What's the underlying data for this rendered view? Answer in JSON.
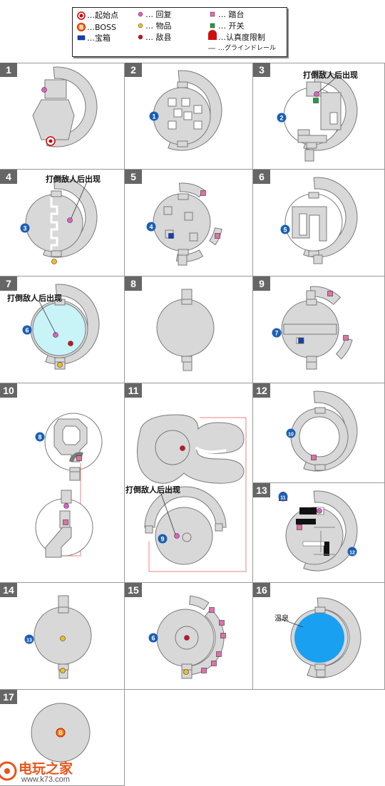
{
  "legend": {
    "start": "…起始点",
    "boss": "…BOSS",
    "chest": "…宝箱",
    "recover": "…  回复",
    "item": "…  物品",
    "enemy": "…  敌县",
    "platform": "…  踏台",
    "switch": "…  开关",
    "cert": "…认真度限制",
    "rail": "…グラインドレール",
    "boss_badge": "B"
  },
  "notes": {
    "after_defeat": "打倒敌人后出现",
    "hot_spring": "温泉"
  },
  "cells": [
    {
      "num": "1"
    },
    {
      "num": "2"
    },
    {
      "num": "3"
    },
    {
      "num": "4"
    },
    {
      "num": "5"
    },
    {
      "num": "6"
    },
    {
      "num": "7"
    },
    {
      "num": "8"
    },
    {
      "num": "9"
    },
    {
      "num": "10"
    },
    {
      "num": "11"
    },
    {
      "num": "12"
    },
    {
      "num": "13"
    },
    {
      "num": "14"
    },
    {
      "num": "15"
    },
    {
      "num": "16"
    },
    {
      "num": "17"
    }
  ],
  "markers": [
    "1",
    "2",
    "3",
    "4",
    "5",
    "6",
    "7",
    "8",
    "9",
    "10",
    "11",
    "12",
    "13",
    "6",
    "11"
  ],
  "watermark": {
    "site": "电玩之家",
    "url": "www.k73.com"
  },
  "colors": {
    "room": "#d8d8d8",
    "room_stroke": "#7a7a7a",
    "recover": "#e060c0",
    "enemy": "#d01020",
    "item": "#f0c020",
    "platform": "#e070a8",
    "chest": "#1040c0",
    "switch": "#20a040",
    "marker": "#1a5fb4",
    "water_light": "#c8f4f8",
    "water_blue": "#1aa0f0",
    "cert": "#d01010"
  }
}
